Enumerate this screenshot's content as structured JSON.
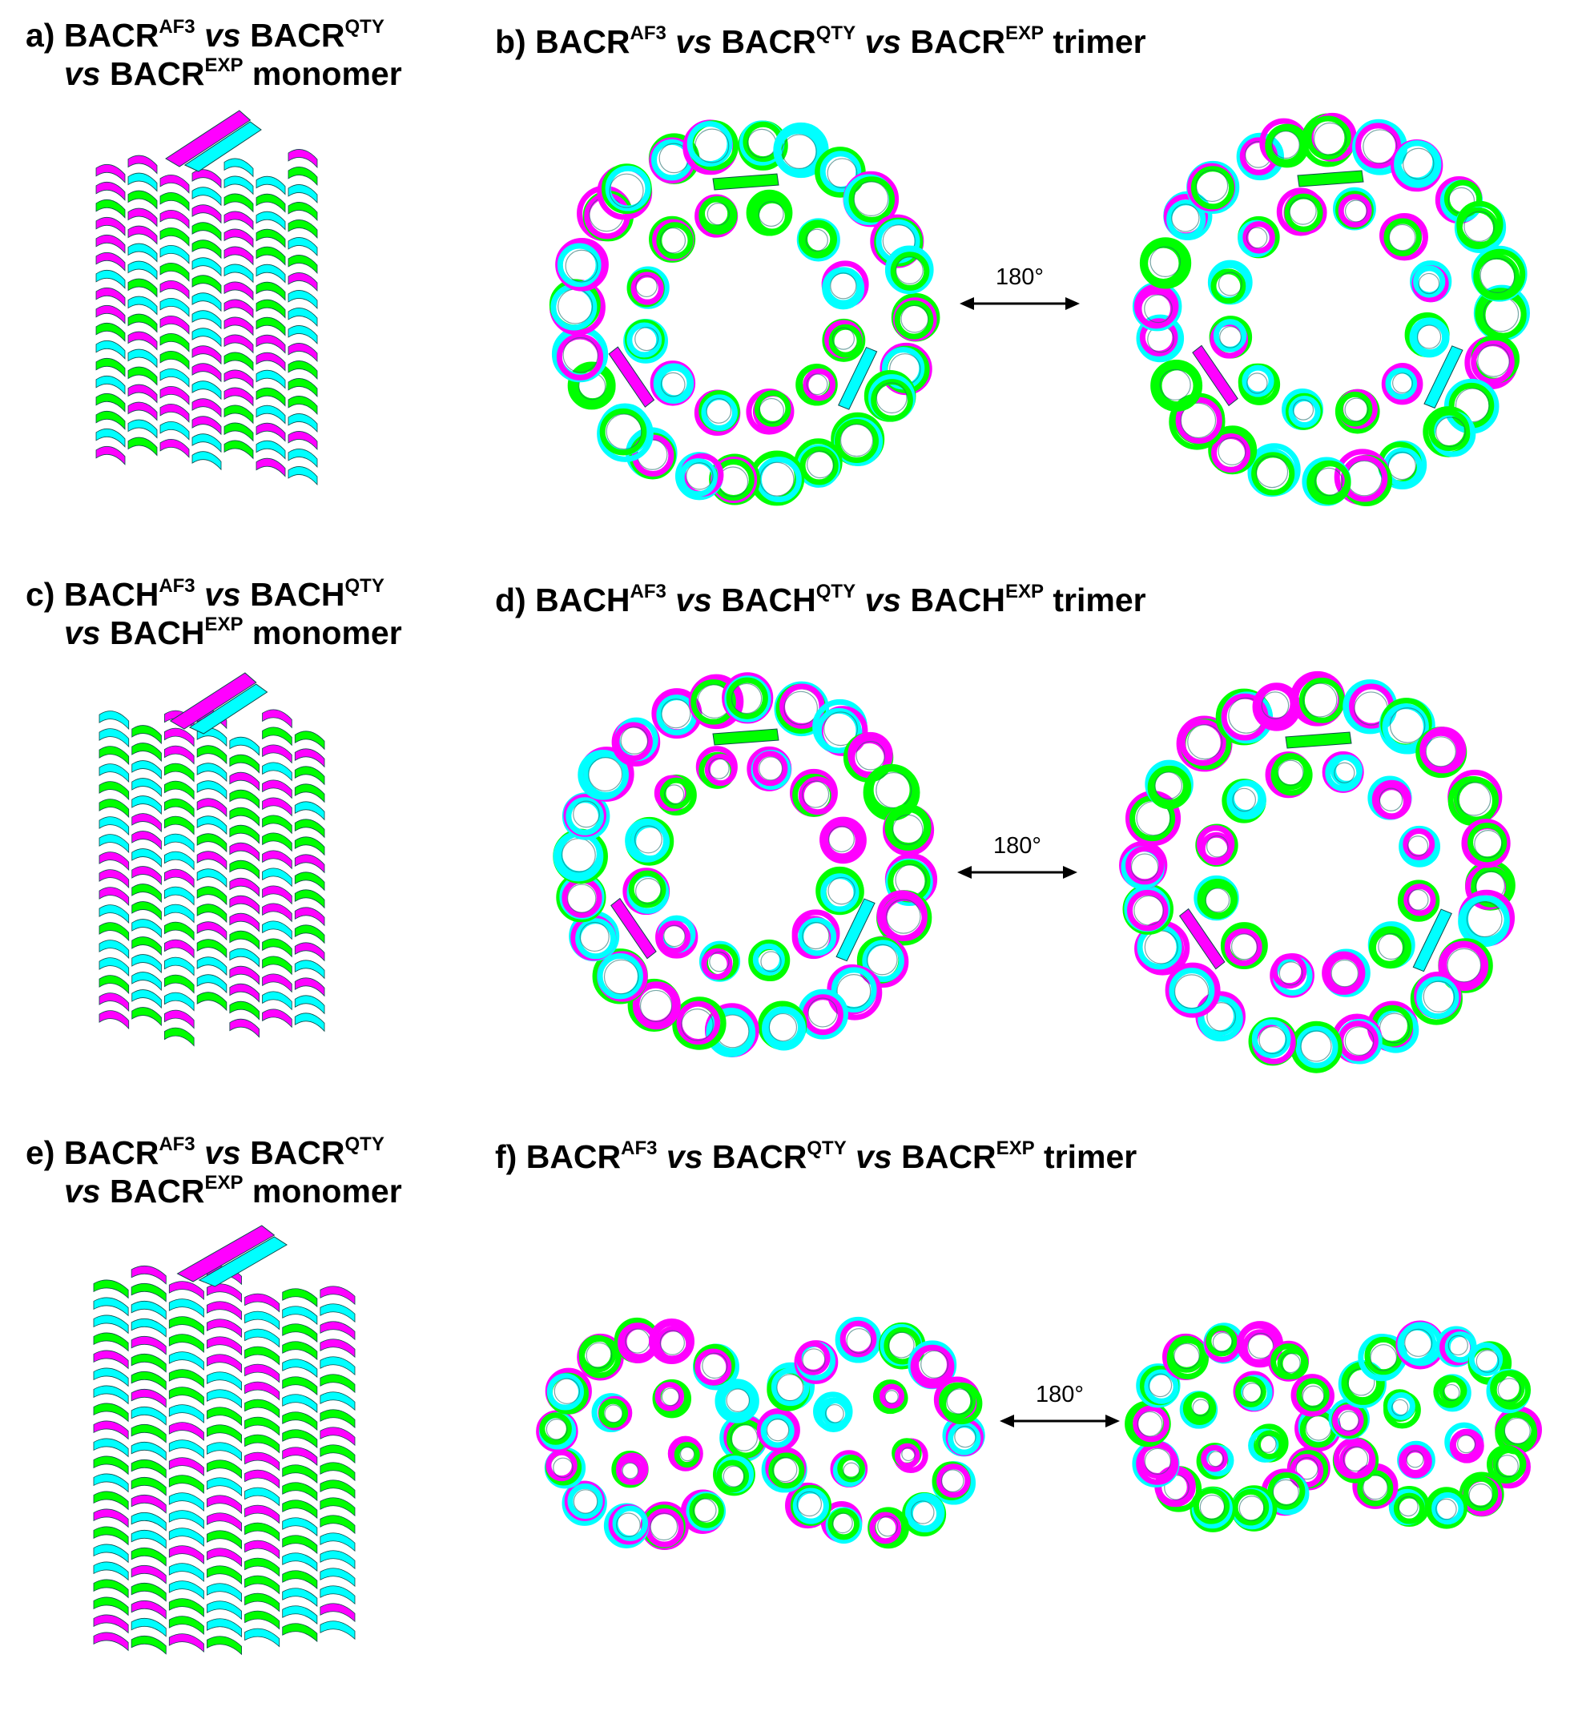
{
  "colors": {
    "af3": "#00ff00",
    "qty": "#00ffff",
    "exp": "#ff00ff",
    "ink": "#000000"
  },
  "panels": {
    "a": {
      "letter": "a)",
      "p1": "BACR",
      "p1sup": "AF3",
      "vs1": "vs",
      "p2": "BACR",
      "p2sup": "QTY",
      "vs2": "vs",
      "p3": "BACR",
      "p3sup": "EXP",
      "suffix": "monomer"
    },
    "b": {
      "letter": "b)",
      "p1": "BACR",
      "p1sup": "AF3",
      "vs1": "vs",
      "p2": "BACR",
      "p2sup": "QTY",
      "vs2": "vs",
      "p3": "BACR",
      "p3sup": "EXP",
      "suffix": "trimer",
      "rotation": "180°"
    },
    "c": {
      "letter": "c)",
      "p1": "BACH",
      "p1sup": "AF3",
      "vs1": "vs",
      "p2": "BACH",
      "p2sup": "QTY",
      "vs2": "vs",
      "p3": "BACH",
      "p3sup": "EXP",
      "suffix": "monomer"
    },
    "d": {
      "letter": "d)",
      "p1": "BACH",
      "p1sup": "AF3",
      "vs1": "vs",
      "p2": "BACH",
      "p2sup": "QTY",
      "vs2": "vs",
      "p3": "BACH",
      "p3sup": "EXP",
      "suffix": "trimer",
      "rotation": "180°"
    },
    "e": {
      "letter": "e)",
      "p1": "BACR",
      "p1sup": "AF3",
      "vs1": "vs",
      "p2": "BACR",
      "p2sup": "QTY",
      "vs2": "vs",
      "p3": "BACR",
      "p3sup": "EXP",
      "suffix": "monomer"
    },
    "f": {
      "letter": "f)",
      "p1": "BACR",
      "p1sup": "AF3",
      "vs1": "vs",
      "p2": "BACR",
      "p2sup": "QTY",
      "vs2": "vs",
      "p3": "BACR",
      "p3sup": "EXP",
      "suffix": "trimer",
      "rotation": "180°"
    }
  }
}
